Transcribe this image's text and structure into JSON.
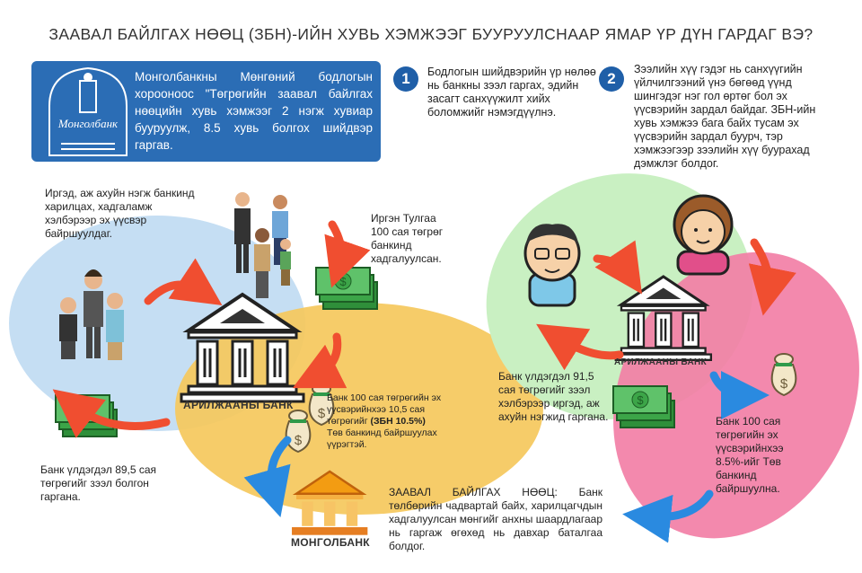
{
  "title": "ЗААВАЛ БАЙЛГАХ НӨӨЦ (ЗБН)-ИЙН ХУВЬ ХЭМЖЭЭГ БУУРУУЛСНААР ЯМАР ҮР ДҮН ГАРДАГ ВЭ?",
  "header": {
    "logo_text": "Монголбанк",
    "intro": "Монголбанкны Мөнгөний бодлогын хорооноос \"Төгрөгийн заавал байлгах нөөцийн хувь хэмжээг 2 нэгж хувиар бууруулж, 8.5 хувь болгох шийдвэр гаргав."
  },
  "points": [
    {
      "number": "1",
      "text": "Бодлогын шийдвэрийн үр нөлөө нь банкны зээл гаргах, эдийн засагт санхүүжилт хийх боломжийг нэмэгдүүлнэ."
    },
    {
      "number": "2",
      "text": "Зээлийн хүү гэдэг нь санхүүгийн үйлчилгээний үнэ бөгөөд үүнд шингэдэг нэг гол өртөг бол эх үүсвэрийн зардал байдаг. ЗБН-ийн хувь хэмжээ бага байх тусам эх үүсвэрийн зардал буурч, тэр хэмжээгээр зээлийн хүү буурахад дэмжлэг болдог."
    }
  ],
  "left": {
    "citizens_text": "Иргэд, аж ахуйн нэгж  банкинд харилцах, хадгаламж хэлбэрээр эх үүсвэр байршуулдаг.",
    "deposit_text": "Иргэн Тулгаа 100 сая төгрөг банкинд хадгалуулсан.",
    "bank_label": "АРИЛЖААНЫ БАНК",
    "reserve_text_a": "Банк 100 сая төгрөгийн эх үүсвэрийнхээ 10,5 сая төгрөгийг ",
    "reserve_text_bold": "(ЗБН 10.5%)",
    "reserve_text_b": " Төв банкинд байршуулах үүрэгтэй.",
    "loan_text": "Банк үлдэгдэл 89,5 сая төгрөгийг зээл болгон гаргана.",
    "central_bank_label": "МОНГОЛБАНК"
  },
  "bottom_text": "ЗААВАЛ БАЙЛГАХ НӨӨЦ: Банк төлбөрийн чадвартай байх, харилцагчдын хадгалуулсан мөнгийг анхны шаардлагаар нь гаргаж өгөхөд нь давхар баталгаа болдог.",
  "right": {
    "bank_label": "АРИЛЖААНЫ БАНК",
    "loan_text": "Банк үлдэгдэл 91,5 сая төгрөгийг зээл хэлбэрээр иргэд, аж ахуйн нэгжид гаргана.",
    "reserve_text": "Банк 100 сая төгрөгийн эх үүсвэрийнхээ 8.5%-ийг Төв банкинд байршуулна."
  },
  "colors": {
    "blue": "#2b6db5",
    "red_arrow": "#f04e30",
    "blue_arrow": "#2a8ae0",
    "yellow": "#f5c85c",
    "light_blue": "#bcd9f2",
    "green": "#c8f0c0",
    "pink": "#f27fa6"
  }
}
